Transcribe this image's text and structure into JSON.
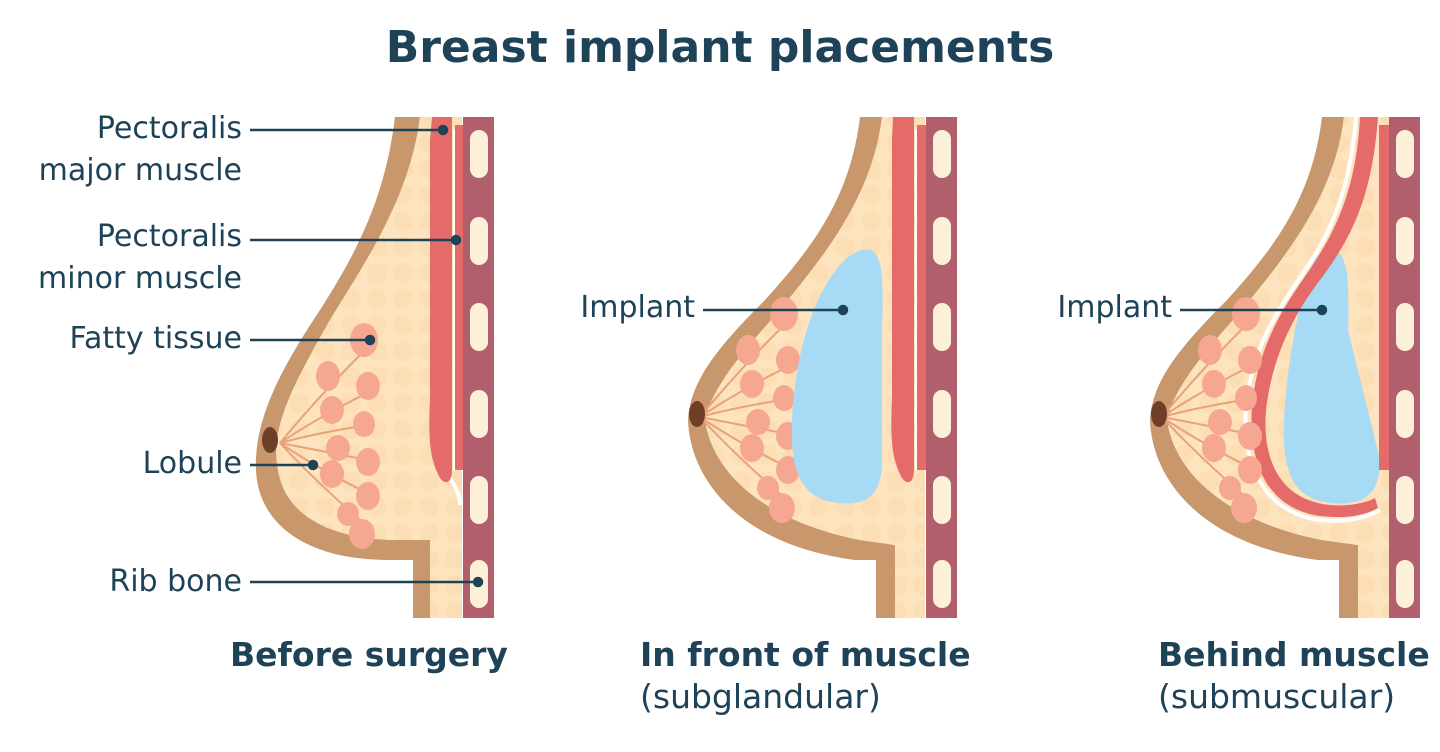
{
  "title": "Breast implant placements",
  "labels": {
    "pectoralis_major_line1": "Pectoralis",
    "pectoralis_major_line2": "major muscle",
    "pectoralis_minor_line1": "Pectoralis",
    "pectoralis_minor_line2": "minor muscle",
    "fatty_tissue": "Fatty tissue",
    "lobule": "Lobule",
    "rib_bone": "Rib bone",
    "implant_front": "Implant",
    "implant_behind": "Implant"
  },
  "captions": {
    "before": "Before surgery",
    "front": "In front of muscle",
    "front_sub": "(subglandular)",
    "behind": "Behind muscle",
    "behind_sub": "(submuscular)"
  },
  "colors": {
    "text": "#1e4358",
    "skin": "#c8976c",
    "fat": "#fde4bf",
    "muscle": "#e56b6a",
    "rib_wall": "#b25f6d",
    "bone": "#fdf0d8",
    "lobule": "#f6a792",
    "implant": "#a6daf5",
    "nipple": "#6e3f26"
  }
}
